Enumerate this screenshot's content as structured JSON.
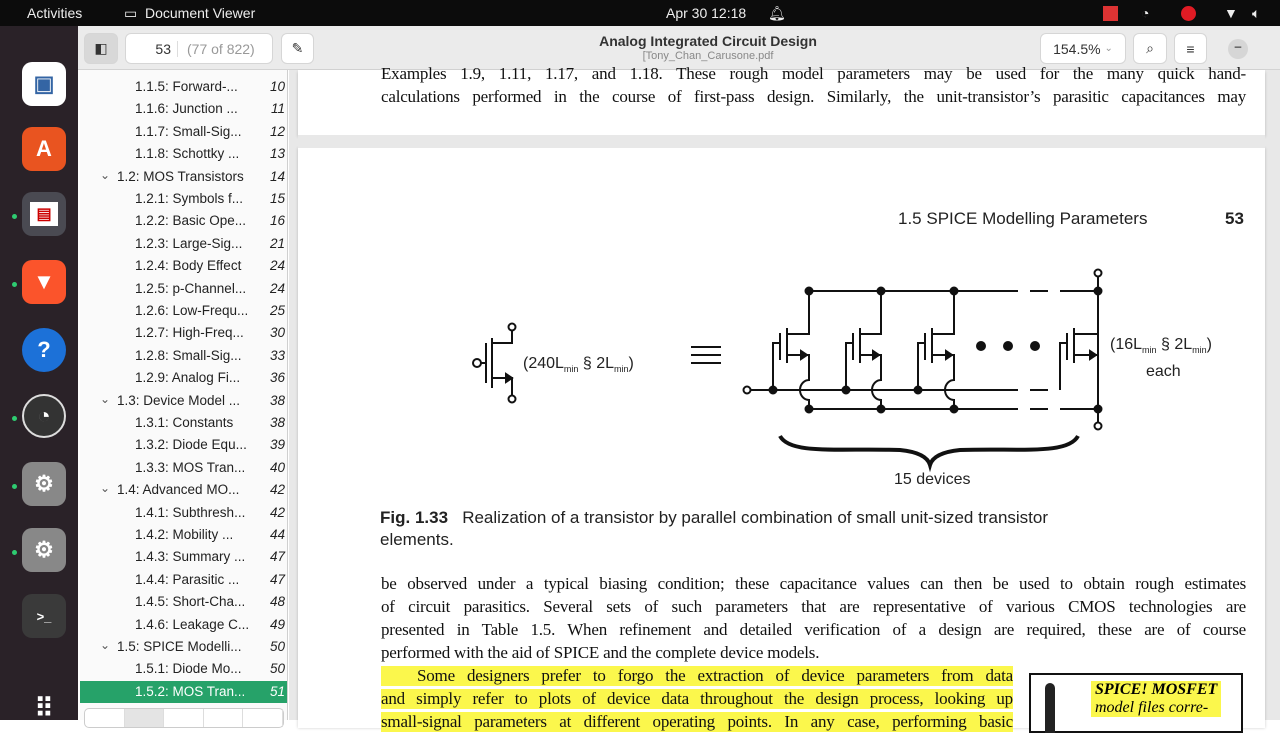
{
  "topbar": {
    "activities": "Activities",
    "app": "Document Viewer",
    "clock": "Apr 30  12:18"
  },
  "header": {
    "title": "Analog Integrated Circuit Design",
    "filename": "[Tony_Chan_Carusone.pdf",
    "page_input": "53",
    "page_of": "(77 of 822)",
    "zoom": "154.5%"
  },
  "sidebar": {
    "items": [
      {
        "label": "1.1.5: Forward-...",
        "page": "10",
        "level": 2
      },
      {
        "label": "1.1.6: Junction ...",
        "page": "11",
        "level": 2
      },
      {
        "label": "1.1.7: Small-Sig...",
        "page": "12",
        "level": 2
      },
      {
        "label": "1.1.8: Schottky ...",
        "page": "13",
        "level": 2
      },
      {
        "label": "1.2: MOS Transistors",
        "page": "14",
        "level": 1
      },
      {
        "label": "1.2.1: Symbols f...",
        "page": "15",
        "level": 2
      },
      {
        "label": "1.2.2: Basic Ope...",
        "page": "16",
        "level": 2
      },
      {
        "label": "1.2.3: Large-Sig...",
        "page": "21",
        "level": 2
      },
      {
        "label": "1.2.4: Body Effect",
        "page": "24",
        "level": 2
      },
      {
        "label": "1.2.5: p-Channel...",
        "page": "24",
        "level": 2
      },
      {
        "label": "1.2.6: Low-Frequ...",
        "page": "25",
        "level": 2
      },
      {
        "label": "1.2.7: High-Freq...",
        "page": "30",
        "level": 2
      },
      {
        "label": "1.2.8: Small-Sig...",
        "page": "33",
        "level": 2
      },
      {
        "label": "1.2.9: Analog Fi...",
        "page": "36",
        "level": 2
      },
      {
        "label": "1.3: Device Model ...",
        "page": "38",
        "level": 1
      },
      {
        "label": "1.3.1: Constants",
        "page": "38",
        "level": 2
      },
      {
        "label": "1.3.2: Diode Equ...",
        "page": "39",
        "level": 2
      },
      {
        "label": "1.3.3: MOS Tran...",
        "page": "40",
        "level": 2
      },
      {
        "label": "1.4: Advanced MO...",
        "page": "42",
        "level": 1
      },
      {
        "label": "1.4.1: Subthresh...",
        "page": "42",
        "level": 2
      },
      {
        "label": "1.4.2: Mobility ...",
        "page": "44",
        "level": 2
      },
      {
        "label": "1.4.3: Summary ...",
        "page": "47",
        "level": 2
      },
      {
        "label": "1.4.4: Parasitic ...",
        "page": "47",
        "level": 2
      },
      {
        "label": "1.4.5: Short-Cha...",
        "page": "48",
        "level": 2
      },
      {
        "label": "1.4.6: Leakage C...",
        "page": "49",
        "level": 2
      },
      {
        "label": "1.5: SPICE Modelli...",
        "page": "50",
        "level": 1
      },
      {
        "label": "1.5.1: Diode Mo...",
        "page": "50",
        "level": 2
      },
      {
        "label": "1.5.2: MOS Tran...",
        "page": "51",
        "level": 2,
        "selected": true
      }
    ]
  },
  "document": {
    "prev_lines": [
      "Examples 1.9, 1.11, 1.17, and 1.18. These rough model parameters may be used for the many quick hand-",
      "calculations performed in the course of first-pass design. Similarly, the unit-transistor’s parasitic capacitances may"
    ],
    "running_head": "1.5   SPICE Modelling Parameters",
    "page_number": "53",
    "figure": {
      "left_label": "(240L",
      "right_label": "(16L",
      "sub": "min",
      "sect": " § 2L",
      "close": ")",
      "each": "each",
      "devices": "15 devices"
    },
    "caption_num": "Fig. 1.33",
    "caption_line1": "Realization of a transistor by parallel combination of small unit-sized transistor",
    "caption_line2": "elements.",
    "para_lines": [
      "be observed under a typical biasing condition; these capacitance values can then be used to obtain rough estimates",
      "of circuit parasitics. Several sets of such parameters that are representative of various CMOS technologies are",
      "presented in Table 1.5. When refinement and detailed verification of a design are required, these are of course",
      "performed with the aid of SPICE and the complete device models."
    ],
    "hl_lines": [
      "Some designers prefer to forgo the extraction of device parameters from data",
      "and simply refer to plots of device data throughout the design process, looking up",
      "small-signal parameters at different operating points. In any case, performing basic"
    ],
    "sidenote": [
      "SPICE! MOSFET",
      "model files corre-"
    ]
  },
  "colors": {
    "accent": "#26a269",
    "highlight": "#fbf74c"
  }
}
